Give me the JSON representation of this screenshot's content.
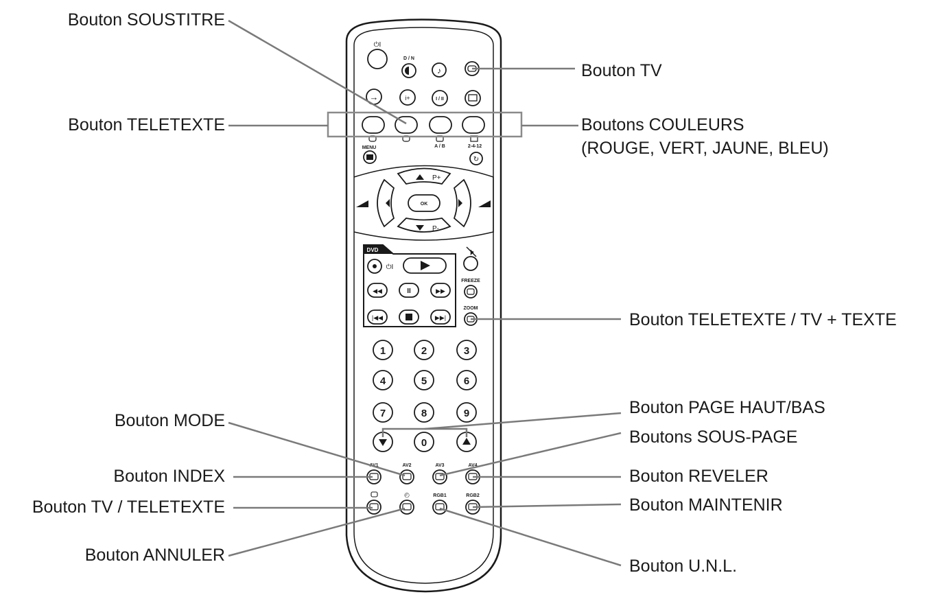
{
  "callouts": {
    "soustitre": "Bouton SOUSTITRE",
    "teletexte": "Bouton TELETEXTE",
    "mode": "Bouton MODE",
    "index": "Bouton INDEX",
    "tv_teletexte": "Bouton TV / TELETEXTE",
    "annuler": "Bouton ANNULER",
    "tv": "Bouton TV",
    "couleurs_line1": "Boutons COULEURS",
    "couleurs_line2": "(ROUGE, VERT, JAUNE, BLEU)",
    "teletexte_tv_texte": "Bouton TELETEXTE / TV + TEXTE",
    "page_haut_bas": "Bouton PAGE HAUT/BAS",
    "sous_page": "Boutons SOUS-PAGE",
    "reveler": "Bouton REVELER",
    "maintenir": "Bouton MAINTENIR",
    "unl": "Bouton U.N.L."
  },
  "remote": {
    "power_glyph": "⏻I",
    "dn_label": "D / N",
    "ab_label": "A / B",
    "menu_label": "MENU",
    "cycle_label": "2-4-12",
    "i_ii_label": "I / II",
    "i_plus_label": "i+",
    "p_plus_label": "P+",
    "p_minus_label": "P-",
    "ok_label": "OK",
    "dvd_label": "DVD",
    "freeze_label": "FREEZE",
    "zoom_label": "ZOOM",
    "numbers": [
      "1",
      "2",
      "3",
      "4",
      "5",
      "6",
      "7",
      "8",
      "9",
      "0"
    ],
    "av1_label": "AV1",
    "av2_label": "AV2",
    "av3_label": "AV3",
    "av4_label": "AV4",
    "rgb1_label": "RGB1",
    "rgb2_label": "RGB2"
  },
  "colors": {
    "ink": "#1a1a1a",
    "leader": "#7a7a7a",
    "highlight_box": "#8a8a8a"
  }
}
